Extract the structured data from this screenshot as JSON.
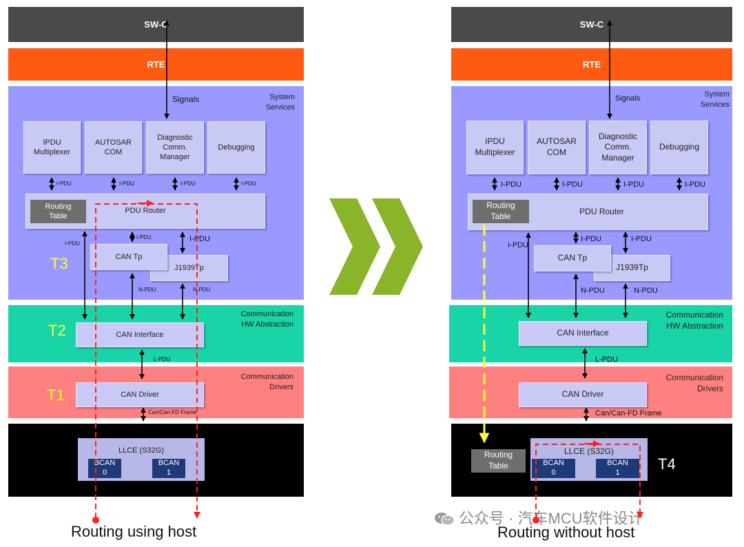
{
  "left": {
    "swc": "SW-C",
    "rte": "RTE",
    "signals": "Signals",
    "system_services": [
      "System",
      "Services"
    ],
    "modules": [
      [
        "IPDU",
        "Multiplexer"
      ],
      [
        "AUTOSAR",
        "COM"
      ],
      [
        "Diagnostic",
        "Comm.",
        "Manager"
      ],
      [
        "Debugging"
      ]
    ],
    "ipdu": "I-PDU",
    "routing_table": [
      "Routing",
      "Table"
    ],
    "pdu_router": "PDU Router",
    "can_tp": "CAN Tp",
    "j1939tp": "J1939Tp",
    "npdu": "N-PDU",
    "comm_hw": [
      "Communication",
      "HW Abstraction"
    ],
    "can_interface": "CAN Interface",
    "lpdu": "L-PDU",
    "comm_drivers": [
      "Communication",
      "Drivers"
    ],
    "can_driver": "CAN Driver",
    "frame": "Can/Can-FD Frame",
    "llce": "LLCE (S32G)",
    "bcan0": [
      "BCAN",
      "0"
    ],
    "bcan1": [
      "BCAN",
      "1"
    ],
    "t3": "T3",
    "t2": "T2",
    "t1": "T1",
    "caption": "Routing using host"
  },
  "right": {
    "swc": "SW-C",
    "rte": "RTE",
    "signals": "Signals",
    "system_services": [
      "System",
      "Services"
    ],
    "modules": [
      [
        "IPDU",
        "Multiplexer"
      ],
      [
        "AUTOSAR",
        "COM"
      ],
      [
        "Diagnostic",
        "Comm.",
        "Manager"
      ],
      [
        "Debugging"
      ]
    ],
    "ipdu": "I-PDU",
    "routing_table": [
      "Routing",
      "Table"
    ],
    "pdu_router": "PDU Router",
    "can_tp": "CAN Tp",
    "j1939tp": "J1939Tp",
    "npdu": "N-PDU",
    "comm_hw": [
      "Communication",
      "HW Abstraction"
    ],
    "can_interface": "CAN Interface",
    "lpdu": "L-PDU",
    "comm_drivers": [
      "Communication",
      "Drivers"
    ],
    "can_driver": "CAN Driver",
    "frame": "Can/Can-FD Frame",
    "llce": "LLCE (S32G)",
    "bcan0": [
      "BCAN",
      "0"
    ],
    "bcan1": [
      "BCAN",
      "1"
    ],
    "hw_routing_table": [
      "Routing",
      "Table"
    ],
    "t4": "T4",
    "caption": "Routing without  host"
  },
  "watermark": "公众号 · 汽车MCU软件设计",
  "colors": {
    "swc": "#4a4a4a",
    "rte": "#ff5a12",
    "system_services": "#9999ff",
    "comm_hw_abstraction": "#19d4a6",
    "comm_drivers": "#ff8080",
    "hardware": "#000000",
    "chevron": "#8ab52a",
    "route_path": "#ff2020",
    "bypass_path": "#ffff33",
    "t_labels": "#ffff33"
  }
}
